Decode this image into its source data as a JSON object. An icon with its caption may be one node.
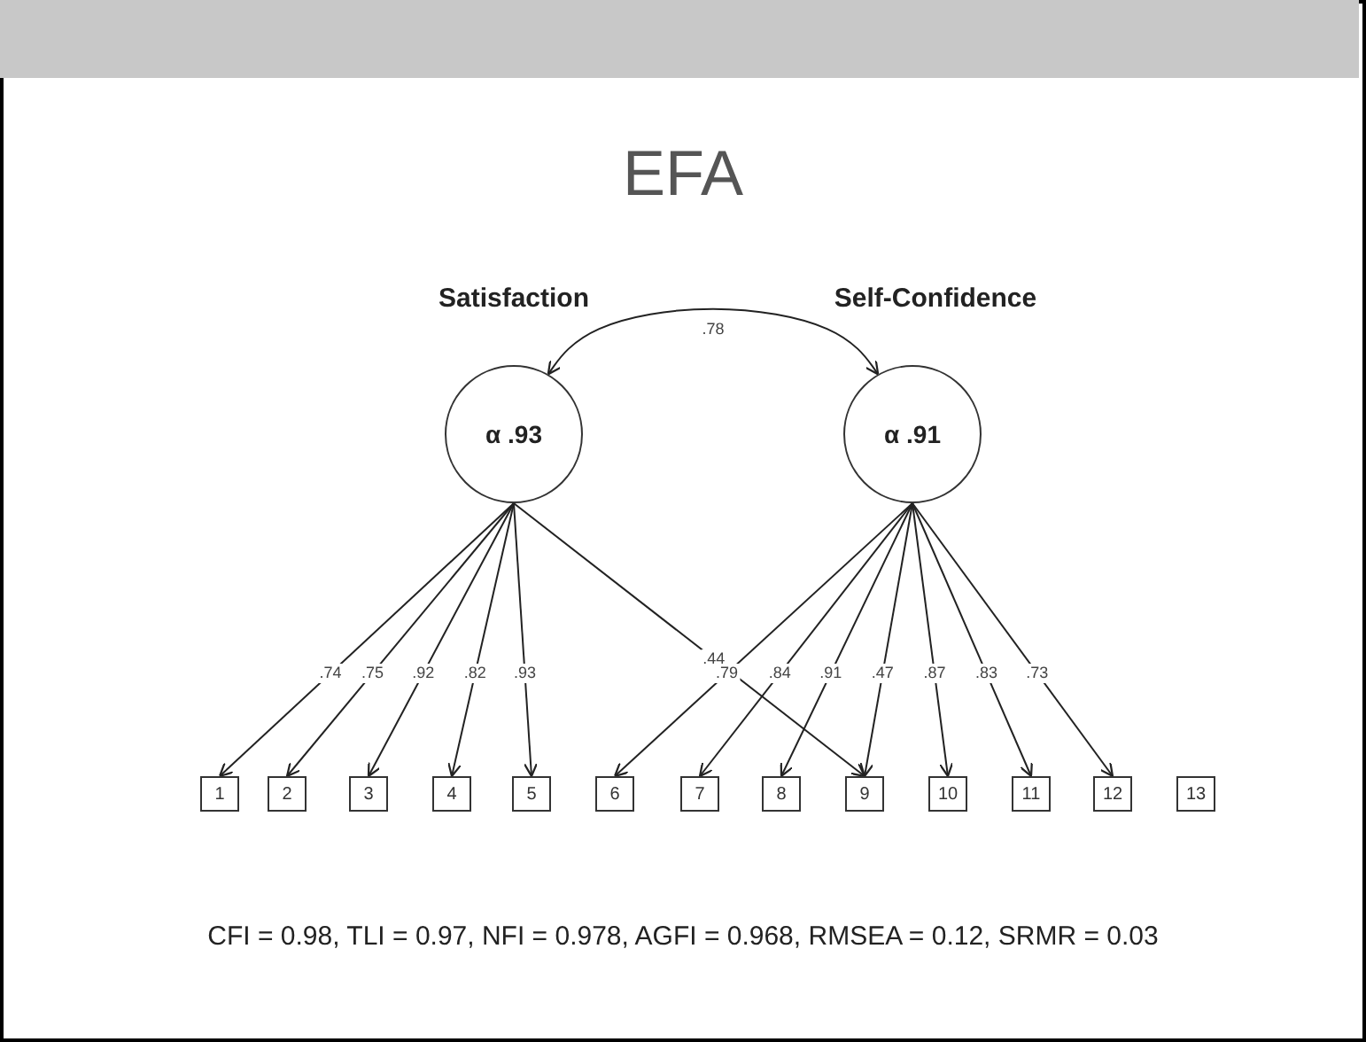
{
  "diagram": {
    "title": "EFA",
    "nodes": [
      {
        "text": [
          "Satisfaction",
          "α .93"
        ]
      },
      {
        "text": [
          "Self-Confidence",
          "α .91"
        ]
      },
      {
        "text": [
          "1"
        ]
      },
      {
        "text": [
          "2"
        ]
      },
      {
        "text": [
          "3"
        ]
      },
      {
        "text": [
          "4"
        ]
      },
      {
        "text": [
          "5"
        ]
      },
      {
        "text": [
          "6"
        ]
      },
      {
        "text": [
          "7"
        ]
      },
      {
        "text": [
          "8"
        ]
      },
      {
        "text": [
          "9"
        ]
      },
      {
        "text": [
          "10"
        ]
      },
      {
        "text": [
          "11"
        ]
      },
      {
        "text": [
          "12"
        ]
      },
      {
        "text": [
          "13"
        ]
      }
    ],
    "edges": [
      {
        "from": 0,
        "to": 1,
        "arrow": "both",
        "label": ".78"
      },
      {
        "from": 0,
        "to": 2,
        "arrow": "to",
        "label": ".74"
      },
      {
        "from": 0,
        "to": 3,
        "arrow": "to",
        "label": ".75"
      },
      {
        "from": 0,
        "to": 4,
        "arrow": "to",
        "label": ".92"
      },
      {
        "from": 0,
        "to": 5,
        "arrow": "to",
        "label": ".82"
      },
      {
        "from": 0,
        "to": 6,
        "arrow": "to",
        "label": ".93"
      },
      {
        "from": 0,
        "to": 10,
        "arrow": "to",
        "label": ".44"
      },
      {
        "from": 1,
        "to": 7,
        "arrow": "to",
        "label": ".79"
      },
      {
        "from": 1,
        "to": 8,
        "arrow": "to",
        "label": ".84"
      },
      {
        "from": 1,
        "to": 9,
        "arrow": "to",
        "label": ".91"
      },
      {
        "from": 1,
        "to": 10,
        "arrow": "to",
        "label": ".47"
      },
      {
        "from": 1,
        "to": 11,
        "arrow": "to",
        "label": ".87"
      },
      {
        "from": 1,
        "to": 12,
        "arrow": "to",
        "label": ".83"
      },
      {
        "from": 1,
        "to": 13,
        "arrow": "to",
        "label": ".73"
      }
    ],
    "labels": [
      "CFI = 0.98, TLI = 0.97, NFI = 0.978, AGFI = 0.968, RMSEA = 0.12, SRMR = 0.03"
    ]
  }
}
